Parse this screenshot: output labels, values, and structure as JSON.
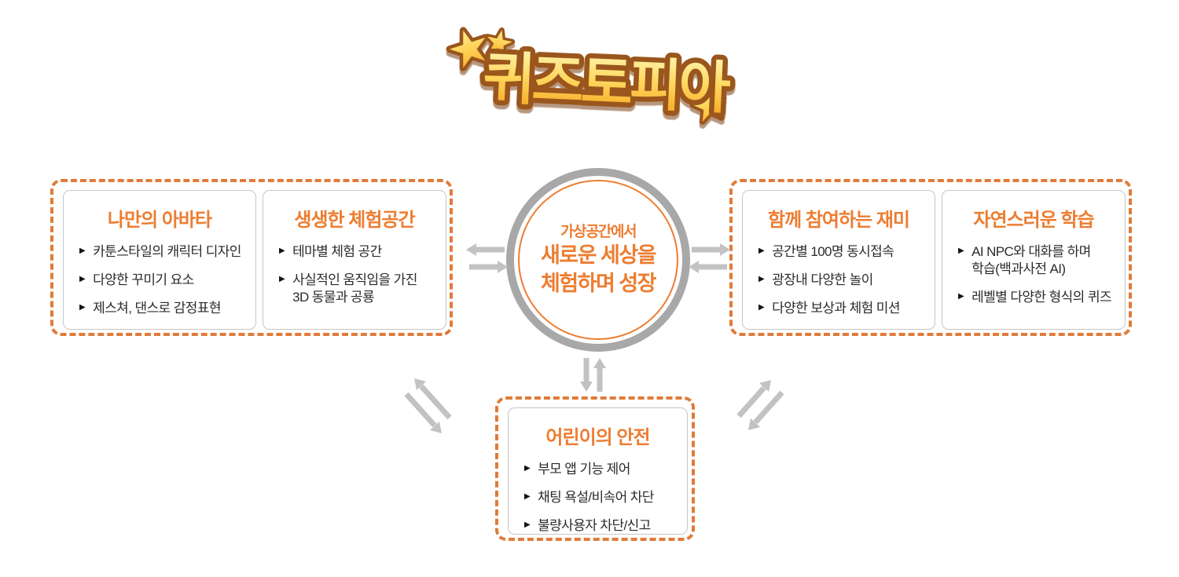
{
  "logo": {
    "text": "퀴즈토피아"
  },
  "icons": {
    "bullet": "▶",
    "star": "★"
  },
  "center": {
    "line1": "가상공간에서",
    "line2": "새로운 세상을",
    "line3": "체험하며 성장"
  },
  "cards": [
    {
      "title": "나만의 아바타",
      "items": [
        "카툰스타일의 캐릭터 디자인",
        "다양한 꾸미기 요소",
        "제스쳐, 댄스로 감정표현"
      ]
    },
    {
      "title": "생생한 체험공간",
      "items": [
        "테마별 체험 공간",
        "사실적인 움직임을 가진\n3D 동물과 공룡"
      ]
    },
    {
      "title": "함께 참여하는 재미",
      "items": [
        "공간별 100명 동시접속",
        "광장내 다양한 놀이",
        "다양한 보상과 체험 미션"
      ]
    },
    {
      "title": "자연스러운 학습",
      "items": [
        "AI NPC와 대화를 하며\n학습(백과사전 AI)",
        "레벨별 다양한 형식의 퀴즈"
      ]
    },
    {
      "title": "어린이의 안전",
      "items": [
        "부모 앱 기능 제어",
        "채팅 욕설/비속어 차단",
        "불량사용자 차단/신고"
      ]
    }
  ],
  "colors": {
    "accent": "#ED7D31",
    "dashed": "#E07B39",
    "ring": "#A8A8A8",
    "arrow": "#C2C2C2",
    "ink": "#2B2B2B",
    "logo_gold_light": "#FFF4B0",
    "logo_gold_mid": "#FFD75E",
    "logo_gold_deep": "#F5A31E",
    "logo_outline": "#9A571C"
  }
}
